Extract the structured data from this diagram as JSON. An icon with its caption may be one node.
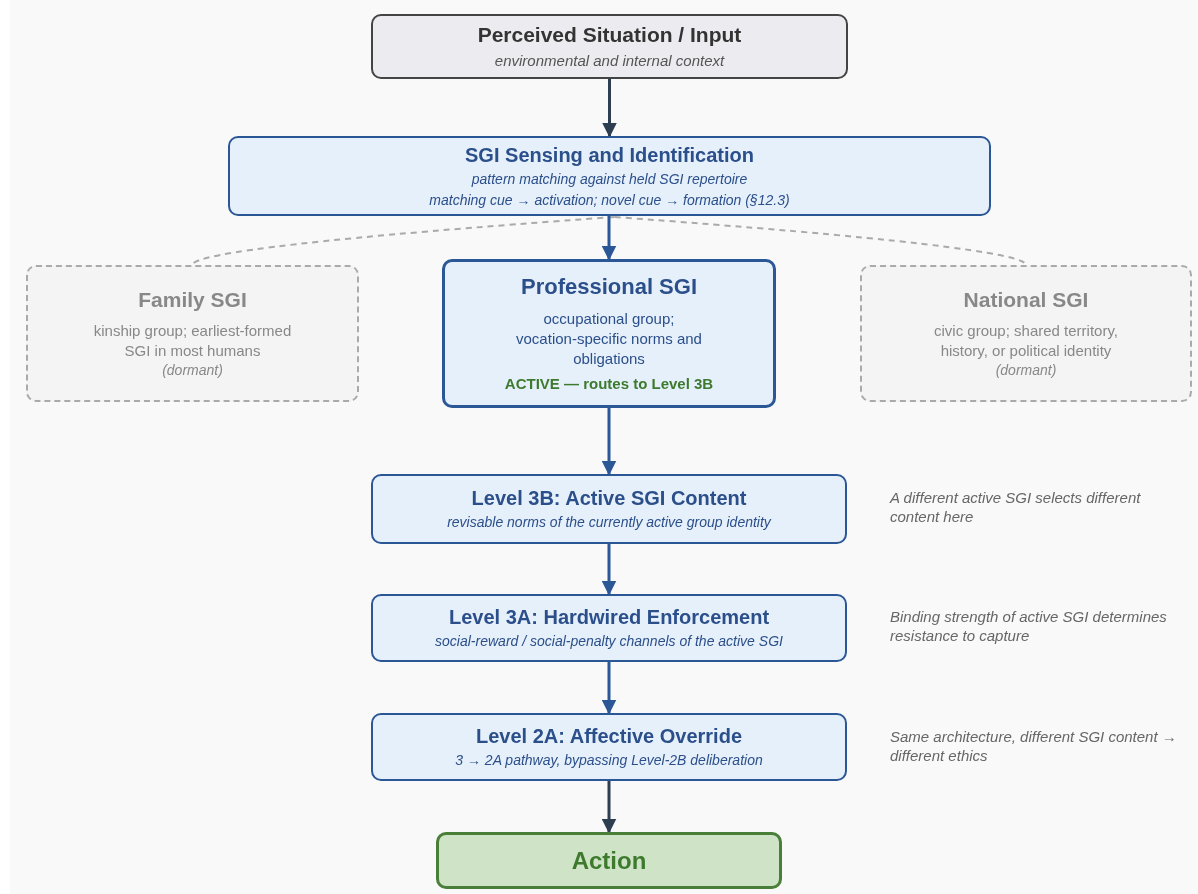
{
  "diagram": {
    "nodes": [
      {
        "text": [
          "Perceived Situation / Input",
          "environmental and internal context"
        ]
      },
      {
        "text": [
          "SGI Sensing and Identification",
          "pattern matching against held SGI repertoire",
          "matching cue → activation; novel cue → formation (§12.3)"
        ]
      },
      {
        "text": [
          "Family SGI",
          "kinship group; earliest-formed SGI in most humans",
          "(dormant)"
        ]
      },
      {
        "text": [
          "Professional SGI",
          "occupational group; vocation-specific norms and obligations",
          "ACTIVE — routes to Level 3B"
        ]
      },
      {
        "text": [
          "National SGI",
          "civic group; shared territory, history, or political identity",
          "(dormant)"
        ]
      },
      {
        "text": [
          "Level 3B: Active SGI Content",
          "revisable norms of the currently active group identity"
        ],
        "beside": [
          "A different active SGI selects different content here"
        ]
      },
      {
        "text": [
          "Level 3A: Hardwired Enforcement",
          "social-reward / social-penalty channels of the active SGI"
        ],
        "beside": [
          "Binding strength of active SGI determines resistance to capture"
        ]
      },
      {
        "text": [
          "Level 2A: Affective Override",
          "3 → 2A pathway, bypassing Level-2B deliberation"
        ],
        "beside": [
          "Same architecture, different SGI content → different ethics"
        ]
      },
      {
        "text": [
          "Action"
        ]
      }
    ],
    "edges": [
      {
        "from": 0,
        "to": 1,
        "arrow": "to",
        "color": "#2c3e50"
      },
      {
        "from": 1,
        "to": 2,
        "arrow": "none",
        "style": "dashed",
        "color": "#aaaaaa"
      },
      {
        "from": 1,
        "to": 3,
        "arrow": "to"
      },
      {
        "from": 1,
        "to": 4,
        "arrow": "none",
        "style": "dashed",
        "color": "#aaaaaa"
      },
      {
        "from": 3,
        "to": 5,
        "arrow": "to"
      },
      {
        "from": 5,
        "to": 6,
        "arrow": "to"
      },
      {
        "from": 6,
        "to": 7,
        "arrow": "to"
      },
      {
        "from": 7,
        "to": 8,
        "arrow": "to",
        "color": "#2c3e50"
      }
    ]
  }
}
